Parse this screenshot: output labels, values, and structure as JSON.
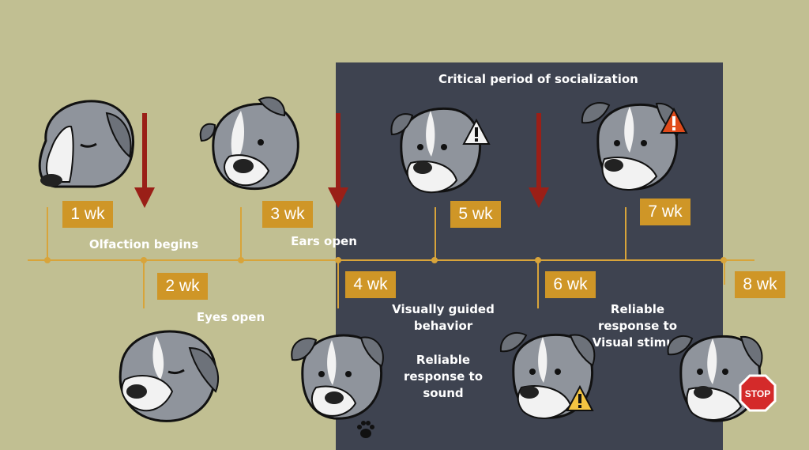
{
  "panel": {
    "title": "Critical period of socialization"
  },
  "weeks": [
    "1 wk",
    "2 wk",
    "3 wk",
    "4 wk",
    "5 wk",
    "6 wk",
    "7 wk",
    "8 wk"
  ],
  "milestones": {
    "olfaction": "Olfaction begins",
    "eyes": "Eyes open",
    "ears": "Ears open",
    "visual_behavior": "Visually guided behavior",
    "sound": "Reliable response to sound",
    "visual_stimuli": "Reliable response to Visual stimuli"
  },
  "signs": {
    "stop": "STOP"
  },
  "colors": {
    "background": "#c1bf92",
    "panel": "#3e4350",
    "accent": "#cf9627",
    "arrow": "#9a1f17"
  }
}
